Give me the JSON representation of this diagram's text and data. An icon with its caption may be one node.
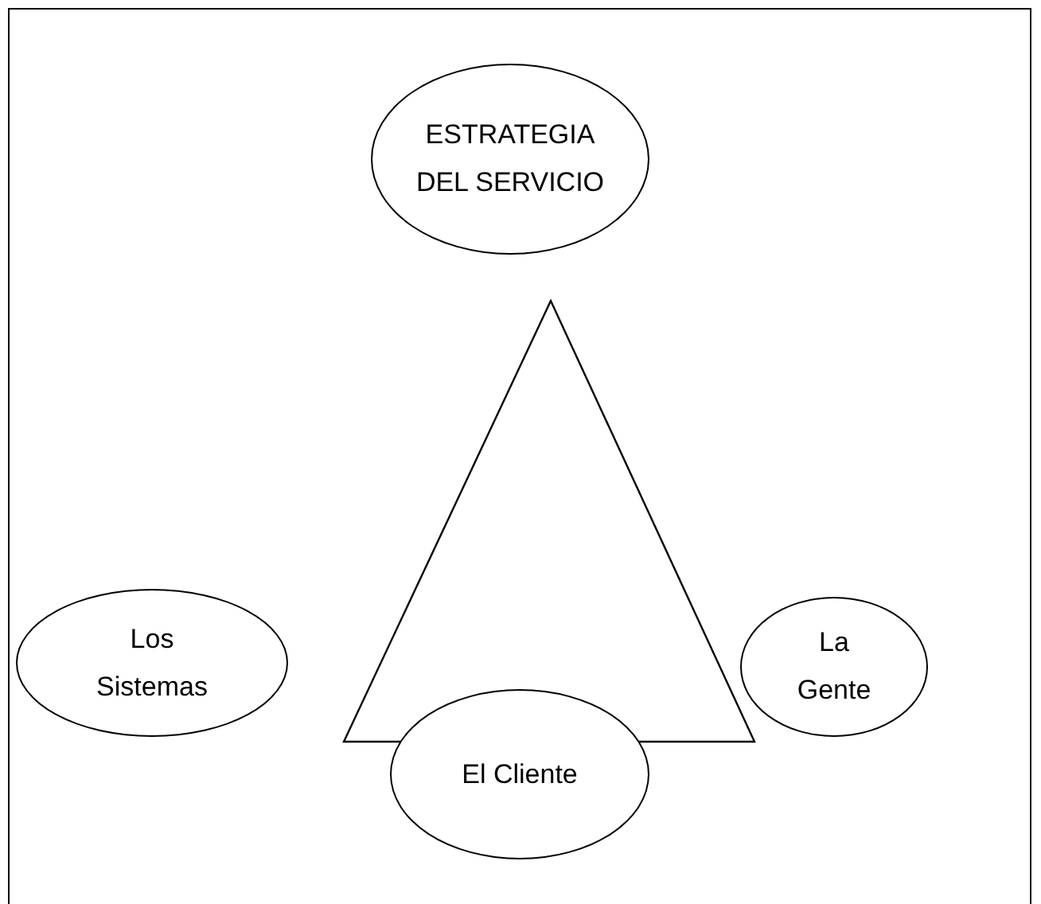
{
  "diagram": {
    "nodes": [
      {
        "text": [
          "ESTRATEGIA DEL SERVICIO"
        ]
      },
      {
        "text": [],
        "shape": "triangle"
      },
      {
        "text": [
          "Los Sistemas"
        ]
      },
      {
        "text": [
          "El Cliente"
        ]
      },
      {
        "text": [
          "La Gente"
        ]
      }
    ]
  }
}
